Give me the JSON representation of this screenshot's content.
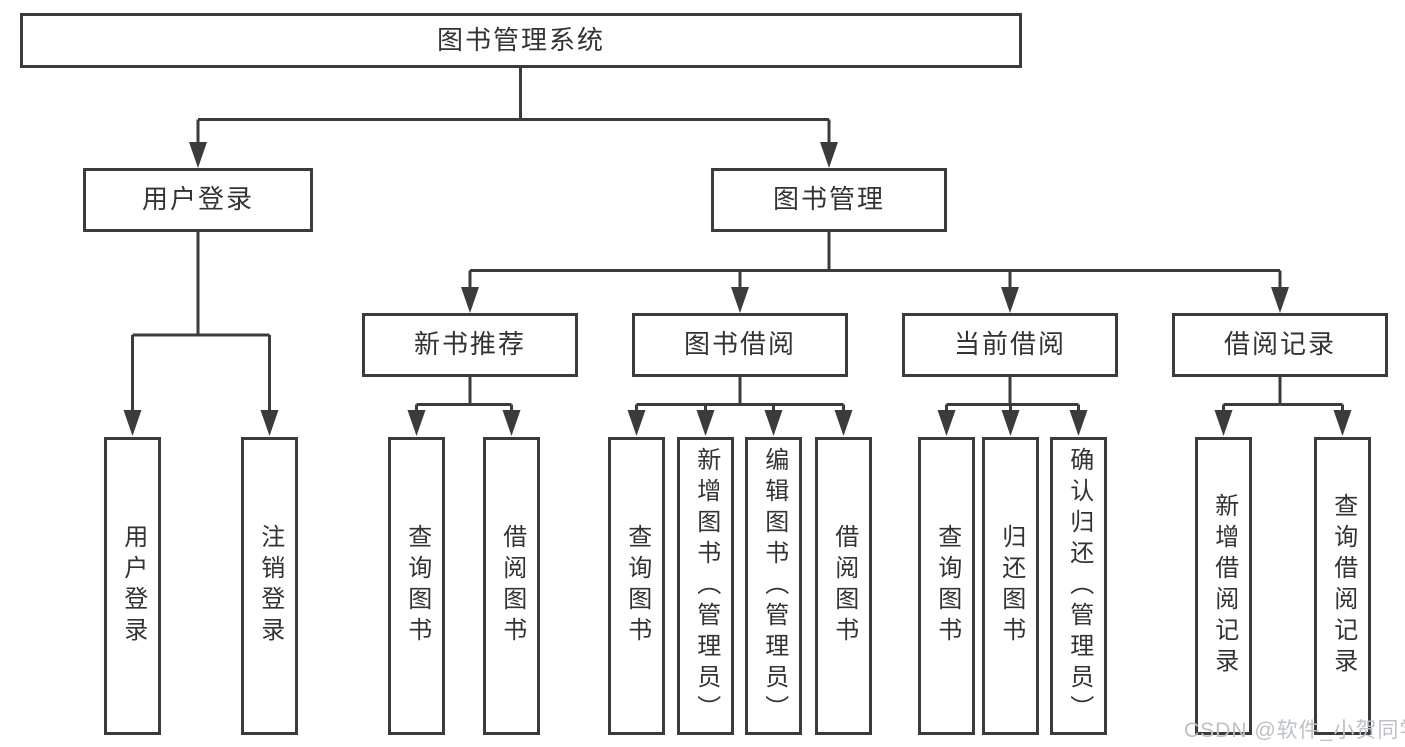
{
  "diagram": {
    "root": {
      "label": "图书管理系统"
    },
    "user_login": {
      "label": "用户登录",
      "children": {
        "login": {
          "label": "用户登录"
        },
        "logout": {
          "label": "注销登录"
        }
      }
    },
    "book_mgmt": {
      "label": "图书管理",
      "children": {
        "new_books": {
          "label": "新书推荐",
          "children": {
            "query": {
              "label": "查询图书"
            },
            "borrow": {
              "label": "借阅图书"
            }
          }
        },
        "borrowing": {
          "label": "图书借阅",
          "children": {
            "query": {
              "label": "查询图书"
            },
            "add": {
              "label": "新增图书（管理员）"
            },
            "edit": {
              "label": "编辑图书（管理员）"
            },
            "borrow": {
              "label": "借阅图书"
            }
          }
        },
        "current": {
          "label": "当前借阅",
          "children": {
            "query": {
              "label": "查询图书"
            },
            "return": {
              "label": "归还图书"
            },
            "confirm": {
              "label": "确认归还（管理员）"
            }
          }
        },
        "records": {
          "label": "借阅记录",
          "children": {
            "add": {
              "label": "新增借阅记录"
            },
            "query": {
              "label": "查询借阅记录"
            }
          }
        }
      }
    }
  },
  "watermark": {
    "label": "CSDN @软件_小贺同学"
  },
  "colors": {
    "line": "#3b3b3b",
    "box_border": "#3b3b3b",
    "box_bg": "#ffffff",
    "text": "#333333",
    "watermark": "#bdc1c6"
  }
}
